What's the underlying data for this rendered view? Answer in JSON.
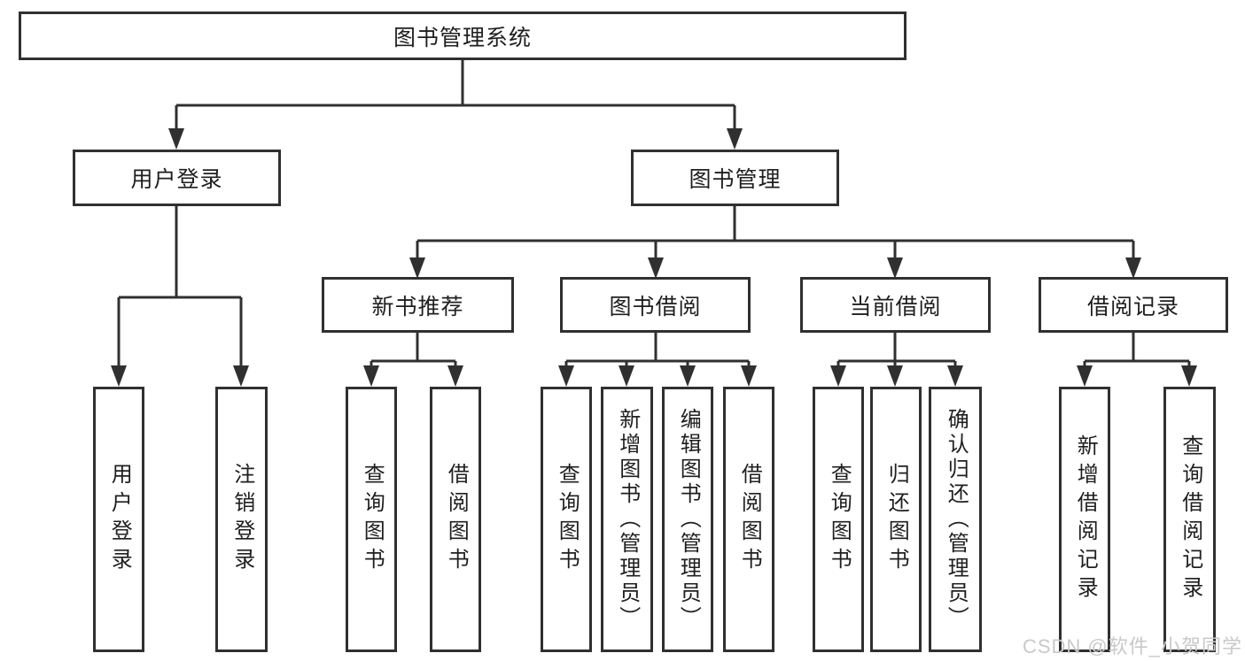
{
  "diagram": {
    "root_label": "图书管理系统",
    "level2": [
      {
        "label": "用户登录",
        "children": [
          "用户登录",
          "注销登录"
        ]
      },
      {
        "label": "图书管理"
      }
    ],
    "level3": [
      {
        "label": "新书推荐",
        "children": [
          "查询图书",
          "借阅图书"
        ]
      },
      {
        "label": "图书借阅",
        "children": [
          "查询图书",
          "新增图书（管理员）",
          "编辑图书（管理员）",
          "借阅图书"
        ]
      },
      {
        "label": "当前借阅",
        "children": [
          "查询图书",
          "归还图书",
          "确认归还（管理员）"
        ]
      },
      {
        "label": "借阅记录",
        "children": [
          "新增借阅记录",
          "查询借阅记录"
        ]
      }
    ]
  },
  "watermark": {
    "text": "CSDN @软件_小贺同学"
  },
  "colors": {
    "line": "#303030",
    "box_border": "#303030",
    "box_background": "#ffffff",
    "text": "#1f1f1f",
    "page_background": "#ffffff",
    "watermark": "#c9c9c9"
  }
}
